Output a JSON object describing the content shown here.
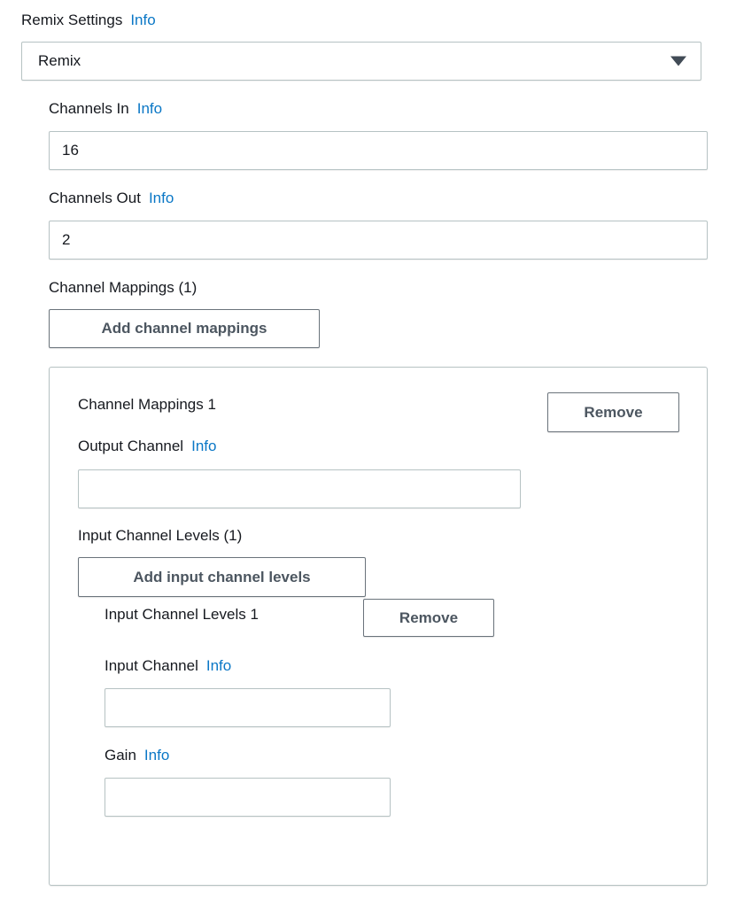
{
  "form": {
    "remix_settings": {
      "label": "Remix Settings",
      "info_label": "Info",
      "select_value": "Remix",
      "caret_icon": "chevron-down-icon"
    },
    "channels_in": {
      "label": "Channels In",
      "info_label": "Info",
      "value": "16"
    },
    "channels_out": {
      "label": "Channels Out",
      "info_label": "Info",
      "value": "2"
    },
    "channel_mappings": {
      "heading": "Channel Mappings (1)",
      "add_button_label": "Add channel mappings",
      "item": {
        "title": "Channel Mappings 1",
        "remove_button_label": "Remove",
        "output_channel": {
          "label": "Output Channel",
          "info_label": "Info",
          "value": ""
        },
        "input_channel_levels": {
          "heading": "Input Channel Levels (1)",
          "add_button_label": "Add input channel levels",
          "item": {
            "title": "Input Channel Levels 1",
            "remove_button_label": "Remove",
            "input_channel": {
              "label": "Input Channel",
              "info_label": "Info",
              "value": ""
            },
            "gain": {
              "label": "Gain",
              "info_label": "Info",
              "value": ""
            }
          }
        }
      }
    }
  },
  "colors": {
    "info_link": "#0a77c6",
    "text": "#16191f",
    "field_border": "#b6c2c3",
    "button_border": "#6a737b",
    "button_text": "#4c5660",
    "caret": "#414b56",
    "background": "#ffffff"
  }
}
